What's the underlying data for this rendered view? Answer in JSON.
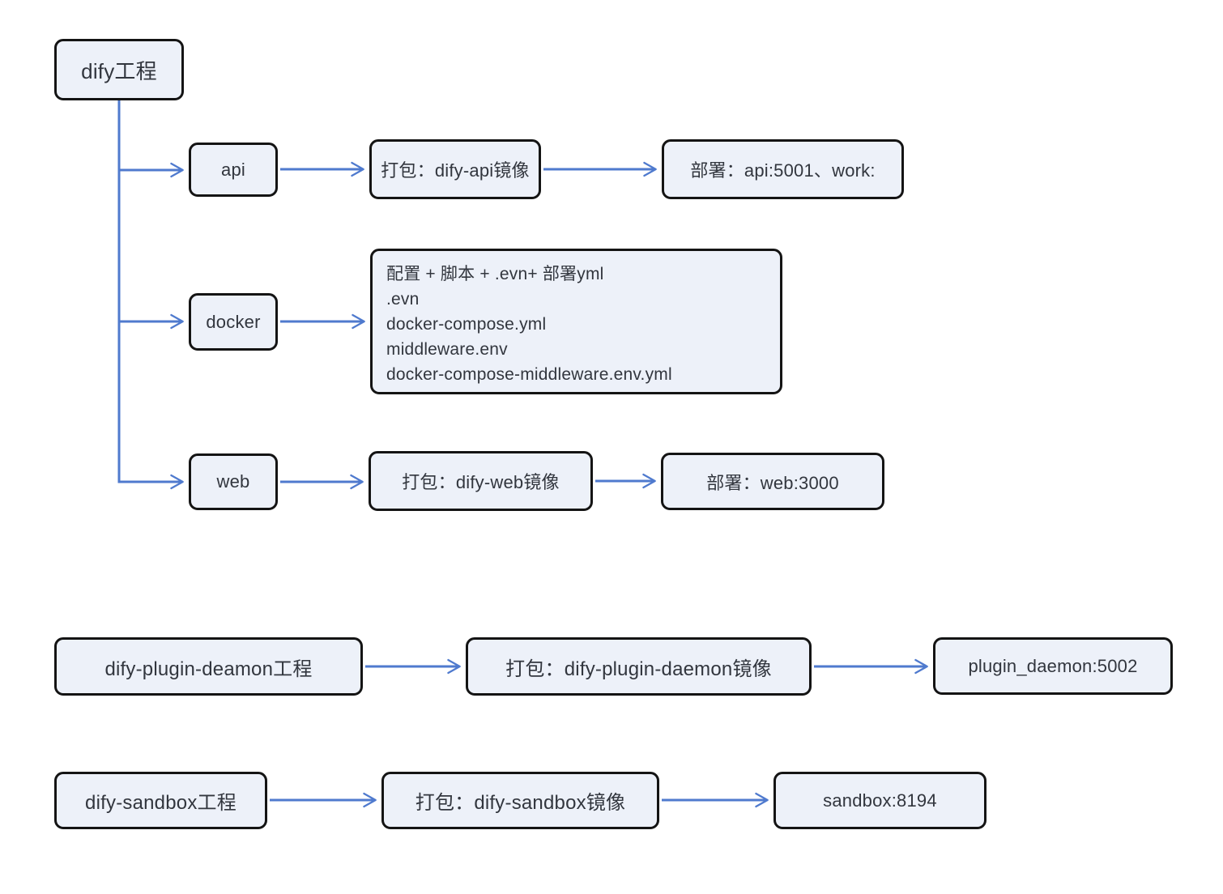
{
  "colors": {
    "arrow_color": "#4f7ace",
    "node_fill": "#edf1f9",
    "node_border": "#141414",
    "text": "#32363e",
    "background": "#ffffff"
  },
  "nodes": {
    "dify_project": "dify工程",
    "api": "api",
    "api_build": "打包：dify-api镜像",
    "api_deploy": "部署：api:5001、work:",
    "docker": "docker",
    "docker_files_lines": [
      "配置 + 脚本 + .evn+ 部署yml",
      ".evn",
      "docker-compose.yml",
      "middleware.env",
      "docker-compose-middleware.env.yml"
    ],
    "web": "web",
    "web_build": "打包：dify-web镜像",
    "web_deploy": "部署：web:3000",
    "plugin_project": "dify-plugin-deamon工程",
    "plugin_build": "打包：dify-plugin-daemon镜像",
    "plugin_deploy": "plugin_daemon:5002",
    "sandbox_project": "dify-sandbox工程",
    "sandbox_build": "打包：dify-sandbox镜像",
    "sandbox_deploy": "sandbox:8194"
  },
  "edges": [
    {
      "from": "dify_project",
      "to": "api"
    },
    {
      "from": "dify_project",
      "to": "docker"
    },
    {
      "from": "dify_project",
      "to": "web"
    },
    {
      "from": "api",
      "to": "api_build"
    },
    {
      "from": "api_build",
      "to": "api_deploy"
    },
    {
      "from": "docker",
      "to": "docker_files"
    },
    {
      "from": "web",
      "to": "web_build"
    },
    {
      "from": "web_build",
      "to": "web_deploy"
    },
    {
      "from": "plugin_project",
      "to": "plugin_build"
    },
    {
      "from": "plugin_build",
      "to": "plugin_deploy"
    },
    {
      "from": "sandbox_project",
      "to": "sandbox_build"
    },
    {
      "from": "sandbox_build",
      "to": "sandbox_deploy"
    }
  ]
}
